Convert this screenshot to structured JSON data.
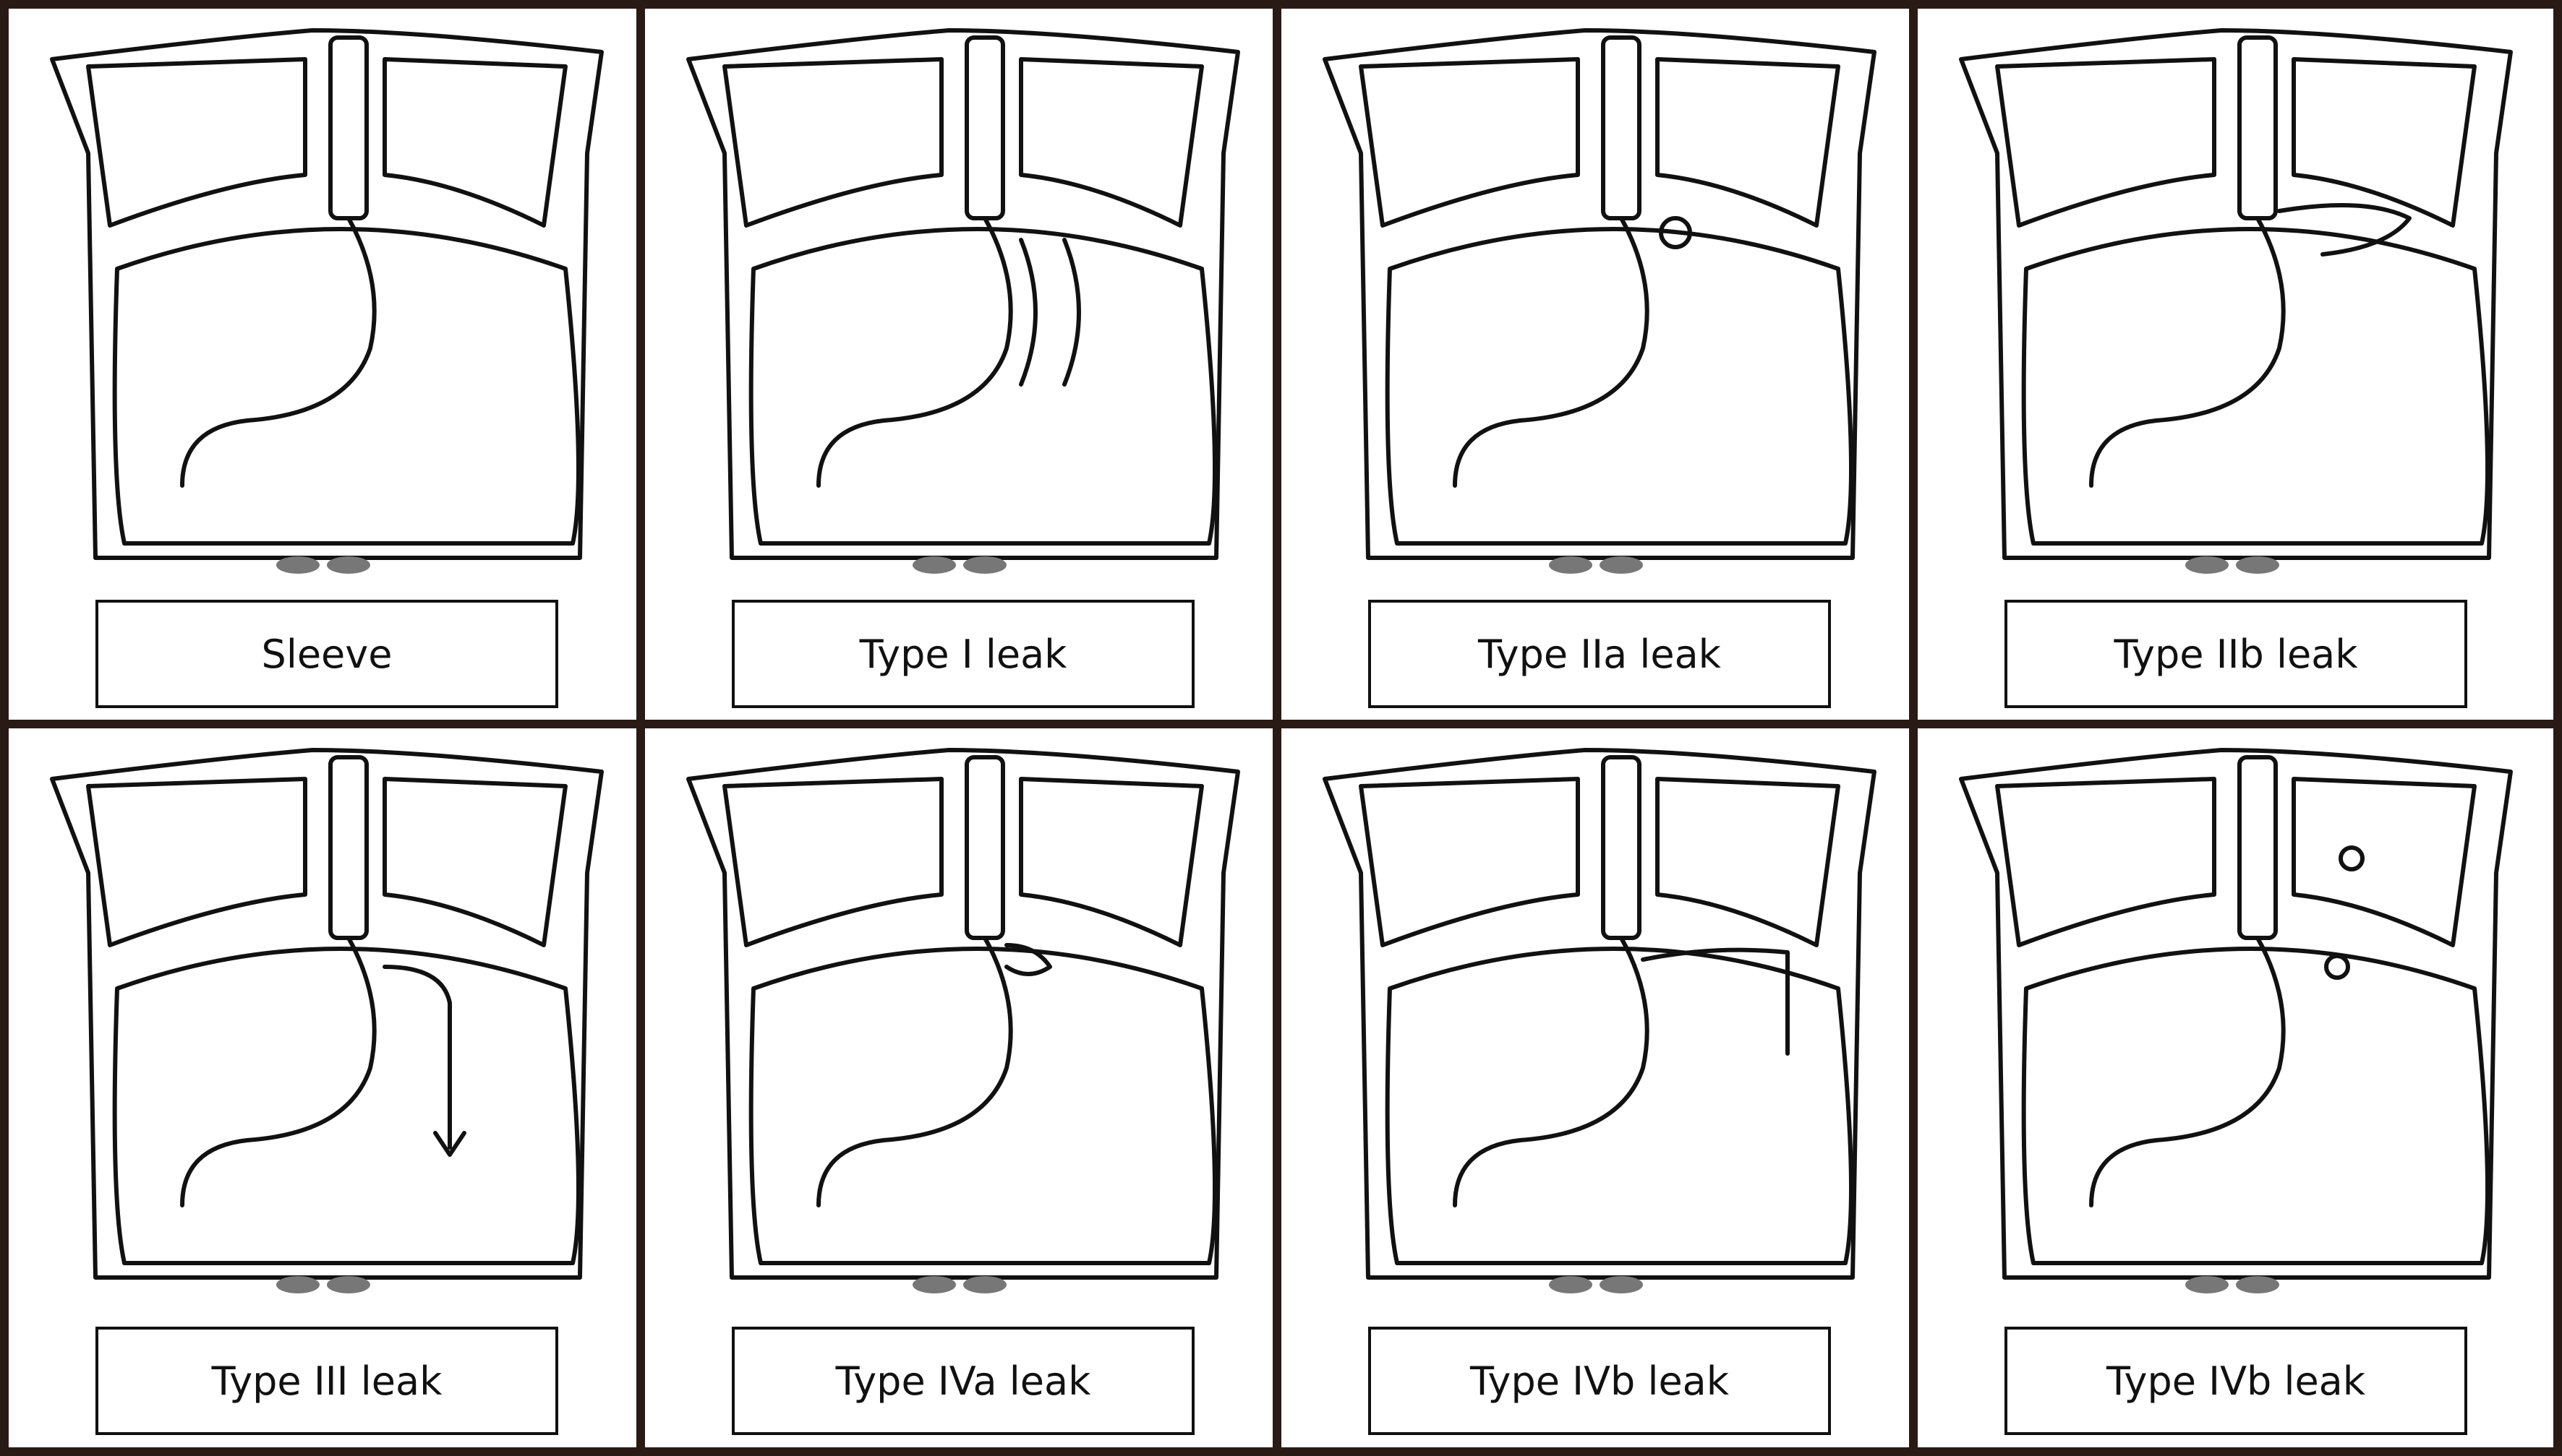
{
  "colors": {
    "frame": "#2a1a16",
    "ink": "#111111",
    "paper": "#ffffff"
  },
  "panels": [
    {
      "id": "sleeve",
      "label": "Sleeve"
    },
    {
      "id": "type-1",
      "label": "Type I leak"
    },
    {
      "id": "type-2a",
      "label": "Type IIa leak"
    },
    {
      "id": "type-2b",
      "label": "Type IIb leak"
    },
    {
      "id": "type-3",
      "label": "Type III leak"
    },
    {
      "id": "type-4a",
      "label": "Type IVa leak"
    },
    {
      "id": "type-4b-1",
      "label": "Type IVb leak"
    },
    {
      "id": "type-4b-2",
      "label": "Type IVb leak"
    }
  ]
}
